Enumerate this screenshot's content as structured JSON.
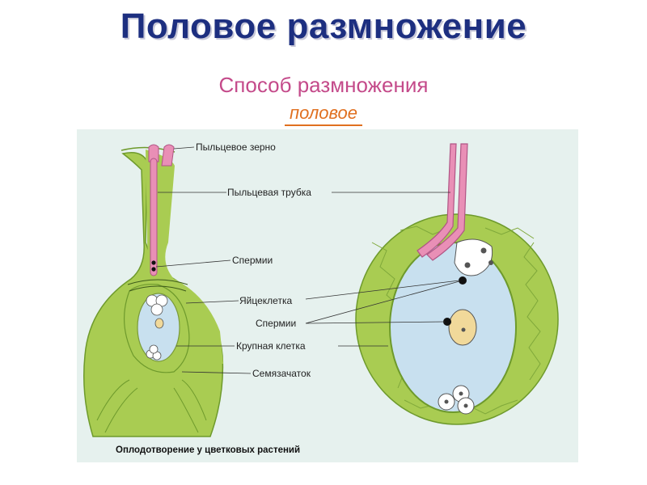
{
  "header": {
    "title": "Половое размножение",
    "subtitle": "Способ размножения",
    "mode": "половое"
  },
  "diagram": {
    "labels": {
      "pollen_grain": "Пыльцевое зерно",
      "pollen_tube": "Пыльцевая трубка",
      "sperm_left": "Спермии",
      "egg_cell": "Яйцеклетка",
      "sperm_right": "Спермии",
      "large_cell": "Крупная клетка",
      "ovule": "Семязачаток"
    },
    "caption": "Оплодотворение у цветковых растений",
    "colors": {
      "pistil": "#a9cc52",
      "pistil_edge": "#6e9a2c",
      "cavity": "#c8e0ef",
      "pollen": "#e98fb6",
      "cell_nucleus": "#f1d99a",
      "panel": "#e6f1ee"
    }
  }
}
